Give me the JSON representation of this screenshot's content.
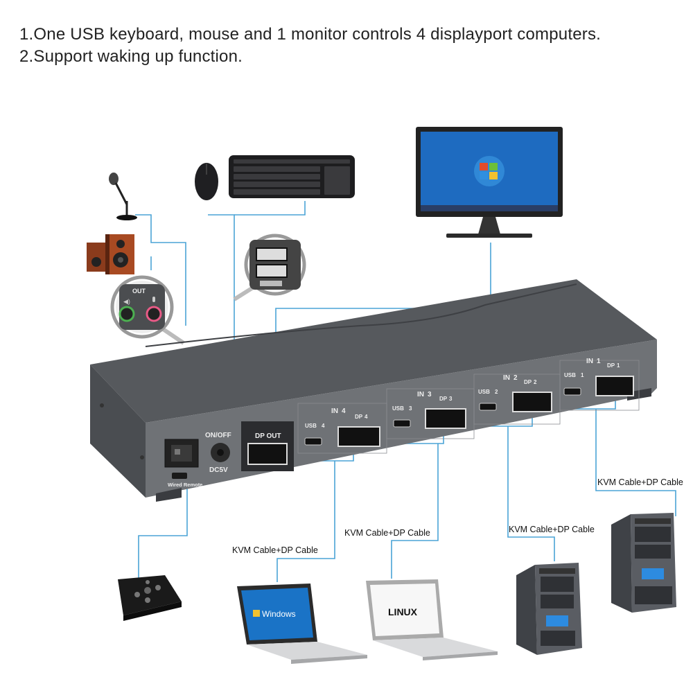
{
  "headline": {
    "line1": "1.One USB keyboard, mouse and 1 monitor controls 4 displayport computers.",
    "line2": "2.Support waking up function."
  },
  "switch_panel": {
    "power_label": "ON/OFF",
    "dc_label": "DC5V",
    "dp_out_label": "DP OUT",
    "remote_label": "Wired Remote",
    "ports": [
      {
        "in": "IN",
        "num": "4",
        "usb": "USB",
        "dp": "DP"
      },
      {
        "in": "IN",
        "num": "3",
        "usb": "USB",
        "dp": "DP"
      },
      {
        "in": "IN",
        "num": "2",
        "usb": "USB",
        "dp": "DP"
      },
      {
        "in": "IN",
        "num": "1",
        "usb": "USB",
        "dp": "DP"
      }
    ]
  },
  "cable_labels": {
    "c1": "KVM Cable+DP Cable",
    "c2": "KVM Cable+DP Cable",
    "c3": "KVM Cable+DP Cable",
    "c4": "KVM Cable+DP Cable"
  },
  "devices": {
    "laptop1_os": "Windows",
    "laptop2_os": "LINUX",
    "audio_out": "OUT"
  },
  "colors": {
    "cable_line": "#4aa3d6",
    "switch_body": "#5b5e62",
    "switch_front": "#6f7276"
  }
}
